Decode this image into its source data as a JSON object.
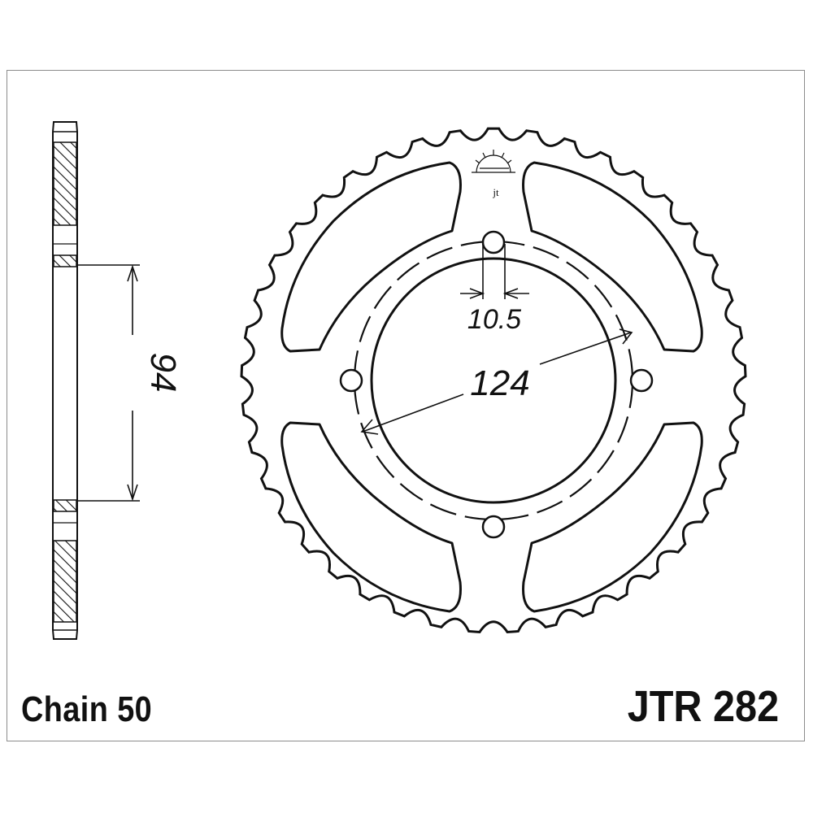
{
  "drawing": {
    "chain_label": "Chain 50",
    "part_number": "JTR 282",
    "dimensions": {
      "bolt_hole": "10.5",
      "pcd": "124",
      "center_bore": "94"
    },
    "logo_text": "jt",
    "teeth": 41,
    "bolt_holes": 4
  }
}
